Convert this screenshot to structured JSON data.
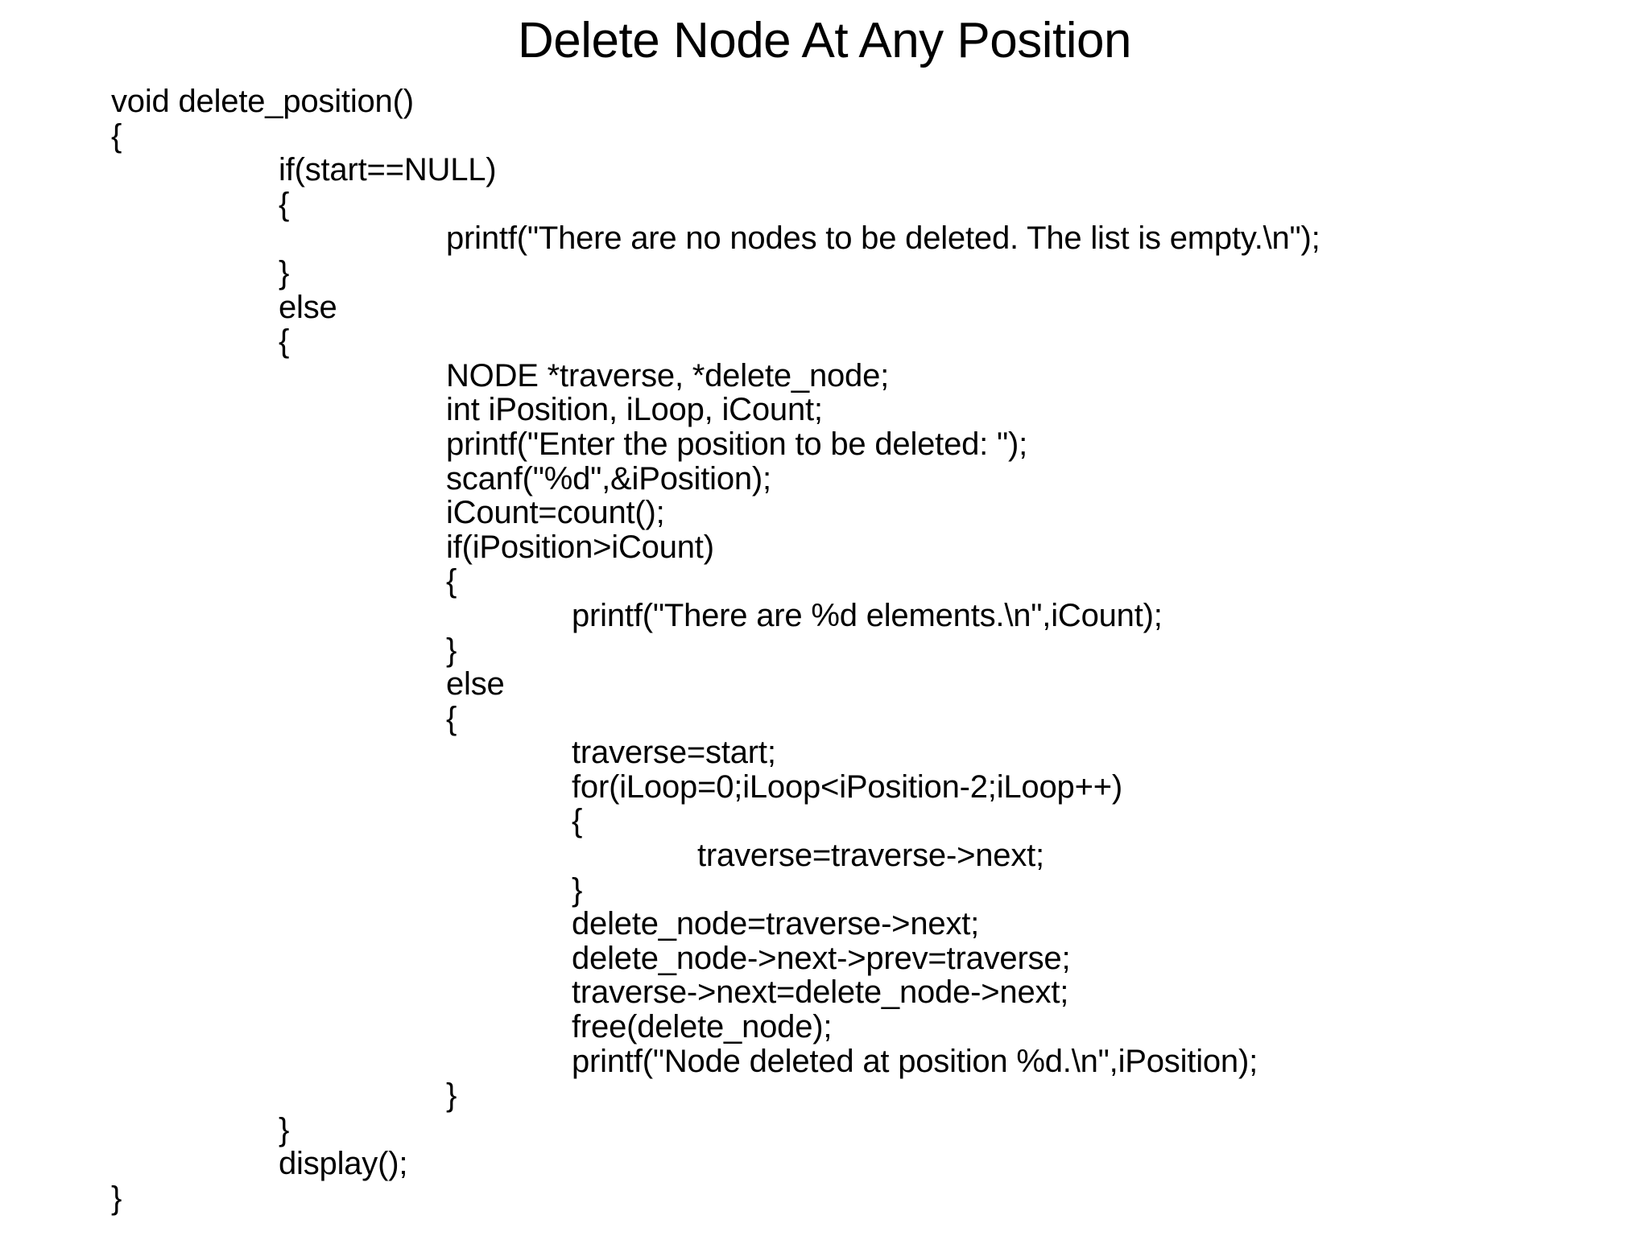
{
  "slide": {
    "title": "Delete Node At Any Position",
    "background_color": "#ffffff",
    "text_color": "#000000",
    "code_lines": [
      {
        "indent": 0,
        "text": "void delete_position()"
      },
      {
        "indent": 0,
        "text": "{"
      },
      {
        "indent": 1,
        "text": "if(start==NULL)"
      },
      {
        "indent": 1,
        "text": "{"
      },
      {
        "indent": 2,
        "text": "printf(\"There are no nodes to be deleted. The list is empty.\\n\");"
      },
      {
        "indent": 1,
        "text": "}"
      },
      {
        "indent": 1,
        "text": "else"
      },
      {
        "indent": 1,
        "text": "{"
      },
      {
        "indent": 2,
        "text": "NODE *traverse, *delete_node;"
      },
      {
        "indent": 2,
        "text": "int iPosition, iLoop, iCount;"
      },
      {
        "indent": 2,
        "text": "printf(\"Enter the position to be deleted: \");"
      },
      {
        "indent": 2,
        "text": "scanf(\"%d\",&iPosition);"
      },
      {
        "indent": 2,
        "text": "iCount=count();"
      },
      {
        "indent": 2,
        "text": "if(iPosition>iCount)"
      },
      {
        "indent": 2,
        "text": "{"
      },
      {
        "indent": 3,
        "text": "printf(\"There are %d elements.\\n\",iCount);"
      },
      {
        "indent": 2,
        "text": "}"
      },
      {
        "indent": 2,
        "text": "else"
      },
      {
        "indent": 2,
        "text": "{"
      },
      {
        "indent": 3,
        "text": "traverse=start;"
      },
      {
        "indent": 3,
        "text": "for(iLoop=0;iLoop<iPosition-2;iLoop++)"
      },
      {
        "indent": 3,
        "text": "{"
      },
      {
        "indent": 4,
        "text": "traverse=traverse->next;"
      },
      {
        "indent": 3,
        "text": "}"
      },
      {
        "indent": 3,
        "text": "delete_node=traverse->next;"
      },
      {
        "indent": 3,
        "text": "delete_node->next->prev=traverse;"
      },
      {
        "indent": 3,
        "text": "traverse->next=delete_node->next;"
      },
      {
        "indent": 3,
        "text": "free(delete_node);"
      },
      {
        "indent": 3,
        "text": "printf(\"Node deleted at position %d.\\n\",iPosition);"
      },
      {
        "indent": 2,
        "text": "}"
      },
      {
        "indent": 1,
        "text": "}"
      },
      {
        "indent": 1,
        "text": "display();"
      },
      {
        "indent": 0,
        "text": "}"
      }
    ]
  }
}
